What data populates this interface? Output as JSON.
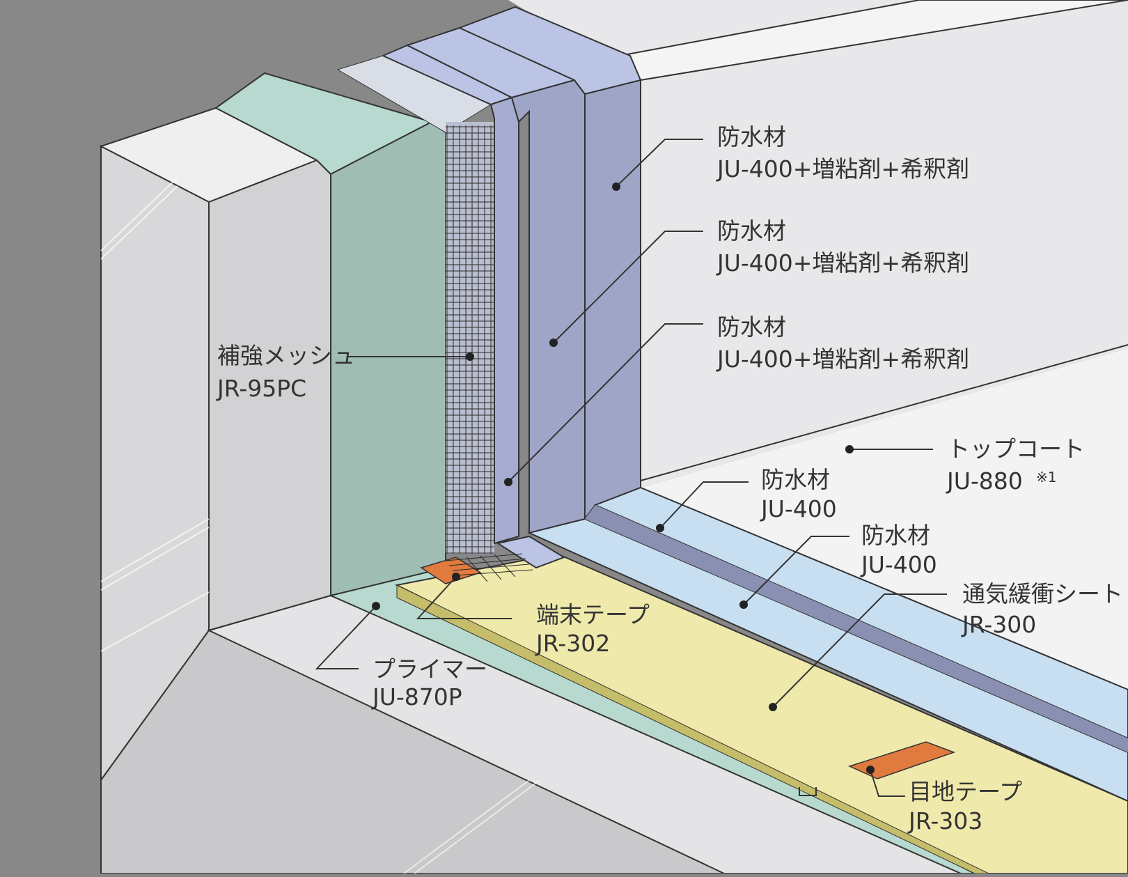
{
  "colors": {
    "background": "#888888",
    "concrete_face": "#e6e6e8",
    "concrete_side": "#cfcfd1",
    "concrete_edge": "#f2f2f3",
    "primer_green": "#a0bdb4",
    "primer_top": "#b7d9cf",
    "mesh_grid": "#2a2a2a",
    "waterproof_purple": "#9fa5c6",
    "waterproof_top": "#bcc4e5",
    "floor_blue": "#c8dff2",
    "sheet_yellow": "#efe9ab",
    "tape_orange": "#e07a3f",
    "leader_line": "#333333"
  },
  "labels": [
    {
      "id": "wall-coat-3",
      "line1": "防水材",
      "line2": "JU-400+増粘剤+希釈剤"
    },
    {
      "id": "wall-coat-2",
      "line1": "防水材",
      "line2": "JU-400+増粘剤+希釈剤"
    },
    {
      "id": "wall-coat-1",
      "line1": "防水材",
      "line2": "JU-400+増粘剤+希釈剤"
    },
    {
      "id": "reinforcement-mesh",
      "line1": "補強メッシュ",
      "line2": "JR-95PC"
    },
    {
      "id": "top-coat",
      "line1": "トップコート",
      "line2": "JU-880",
      "note": "※1"
    },
    {
      "id": "floor-coat-2",
      "line1": "防水材",
      "line2": "JU-400"
    },
    {
      "id": "floor-coat-1",
      "line1": "防水材",
      "line2": "JU-400"
    },
    {
      "id": "ventilation-sheet",
      "line1": "通気緩衝シート",
      "line2": "JR-300"
    },
    {
      "id": "end-tape",
      "line1": "端末テープ",
      "line2": "JR-302"
    },
    {
      "id": "primer",
      "line1": "プライマー",
      "line2": "JU-870P"
    },
    {
      "id": "joint-tape",
      "line1": "目地テープ",
      "line2": "JR-303"
    }
  ]
}
